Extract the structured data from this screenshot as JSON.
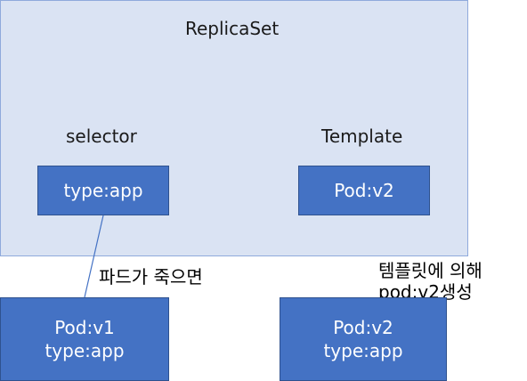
{
  "replicaset": {
    "title": "ReplicaSet",
    "selector_label": "selector",
    "template_label": "Template",
    "selector_box": "type:app",
    "template_box": "Pod:v2"
  },
  "annotations": {
    "pod_dies": "파드가 죽으면",
    "template_line1": "템플릿에 의해",
    "template_line2": "pod:v2생성"
  },
  "pods": [
    {
      "name": "Pod:v1",
      "label": "type:app"
    },
    {
      "name": "Pod:v2",
      "label": "type:app"
    }
  ],
  "colors": {
    "replicaset_fill": "#dae3f3",
    "replicaset_border": "#8faadc",
    "box_fill": "#4472c4",
    "box_border": "#2f528f",
    "connector": "#4472c4"
  }
}
